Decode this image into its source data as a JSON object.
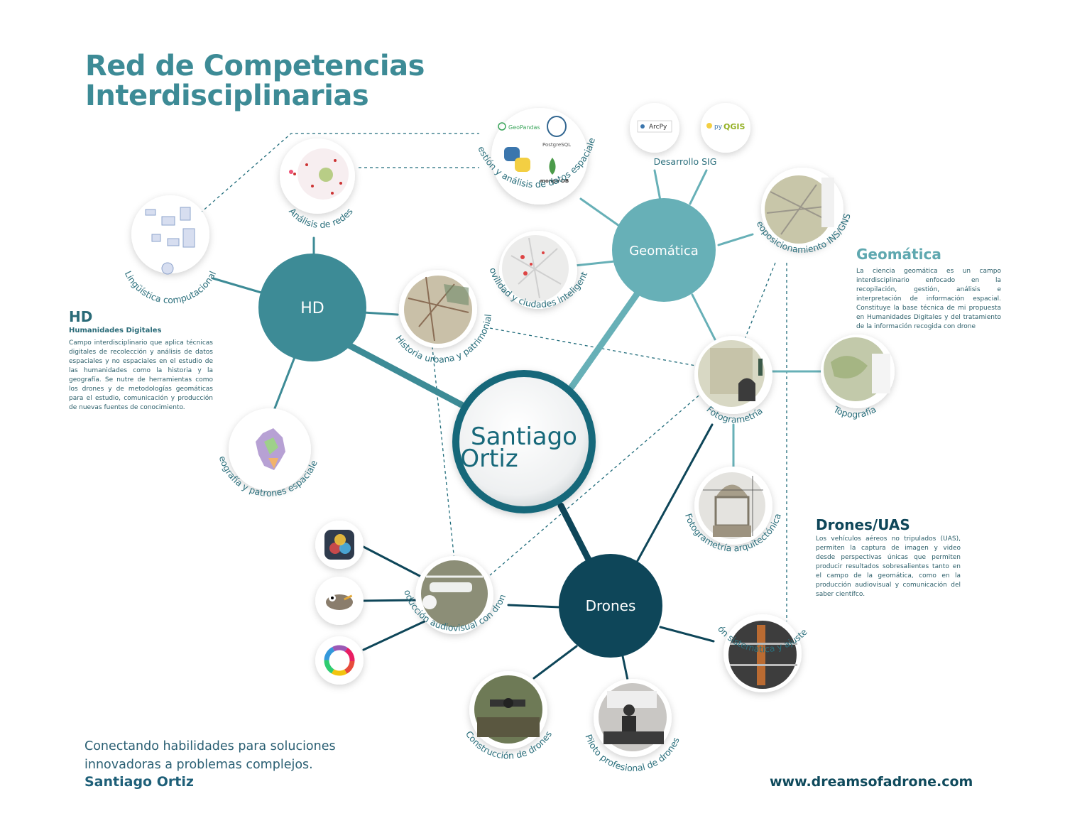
{
  "title": {
    "line1": "Red de Competencias",
    "line2": "Interdisciplinarias"
  },
  "center": {
    "line1": "Santiago",
    "line2": "Ortiz"
  },
  "hubs": {
    "hd": "HD",
    "geomatica": "Geomática",
    "drones": "Drones"
  },
  "hd_panel": {
    "title": "HD",
    "subtitle": "Humanidades Digitales",
    "text": "Campo interdisciplinario que aplica técnicas digitales de recolección y análisis de datos espaciales y no espaciales en el estudio de las humanidades como la historia y la geografía. Se nutre de herramientas como los drones y de metodologías geomáticas para el estudio, comunicación y producción de nuevas fuentes de conocimiento."
  },
  "geomatica_panel": {
    "title": "Geomática",
    "text": "La ciencia geomática es un campo interdisciplinario enfocado en la recopilación, gestión, análisis e interpretación de información espacial. Constituye la base técnica de mi propuesta en Humanidades Digitales y del tratamiento de la información recogida con drone"
  },
  "drones_panel": {
    "title": "Drones/UAS",
    "text": "Los vehículos aéreos no tripulados (UAS), permiten la captura de imagen y video desde perspectivas únicas que permiten producir resultados sobresalientes tanto en el campo de la geomática, como en la producción audiovisual y comunicación del saber científco."
  },
  "nodes": {
    "analisis_redes": "Análisis de redes",
    "linguistica": "Lingüística computacional",
    "historia_urbana": "Historia urbana y patrimonial",
    "geografia": "Geografía y patrones espaciales",
    "gestion_datos": "Gestión y análisis de datos espaciales",
    "desarrollo_sig": "Desarrollo SIG",
    "geoposicionamiento": "Geoposicionamiento INS/GNSS",
    "movilidad": "Movilidad y ciudades inteligentes",
    "fotogrametria": "Fotogrametría",
    "topografia": "Topografía",
    "fotogrametria_arq": "Fotogrametría arquitectónica",
    "produccion_audiovisual": "Producción audiovisual con drones",
    "construccion": "Construcción de drones",
    "piloto": "Piloto profesional de drones",
    "optimizacion": "Optimización sistemática y ajuste de drones"
  },
  "logos": {
    "geopandas": "GeoPandas",
    "postgresql": "PostgreSQL",
    "mongodb": "mongo DB",
    "arcpy": "ArcPy",
    "pyqgis_py": "py",
    "pyqgis_qgis": "QGIS"
  },
  "tagline": {
    "line1": "Conectando habilidades para soluciones",
    "line2": "innovadoras a problemas complejos."
  },
  "author": "Santiago Ortiz",
  "website": "www.dreamsofadrone.com",
  "colors": {
    "hd": "#3d8b96",
    "geomatica": "#67b0b7",
    "drones": "#0e4659",
    "center_ring": "#17687a",
    "title": "#3d8b96"
  }
}
